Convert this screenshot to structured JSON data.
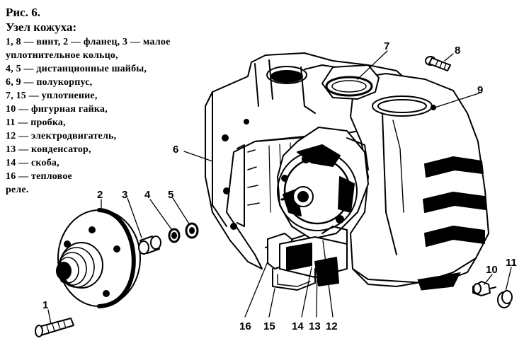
{
  "caption": {
    "figure": "Рис. 6.",
    "title": "Узел кожуха:",
    "legend": [
      "1, 8 — винт, 2 — фланец, 3 — малое",
      "уплотнительное кольцо,",
      "4, 5 — дистанционные шайбы,",
      "6, 9 — полукорпус,",
      "7, 15 — уплотнение,",
      "10 — фигурная гайка,",
      "11 — пробка,",
      "12 — электродвигатель,",
      "13 — конденсатор,",
      "14 — скоба,",
      "16 — тепловое",
      "реле."
    ]
  },
  "labels": {
    "l1": "1",
    "l2": "2",
    "l3": "3",
    "l4": "4",
    "l5": "5",
    "l6": "6",
    "l7": "7",
    "l8": "8",
    "l9": "9",
    "l10": "10",
    "l11": "11",
    "l12": "12",
    "l13": "13",
    "l14": "14",
    "l15": "15",
    "l16": "16"
  },
  "colors": {
    "ink": "#000000",
    "paper": "#ffffff"
  }
}
